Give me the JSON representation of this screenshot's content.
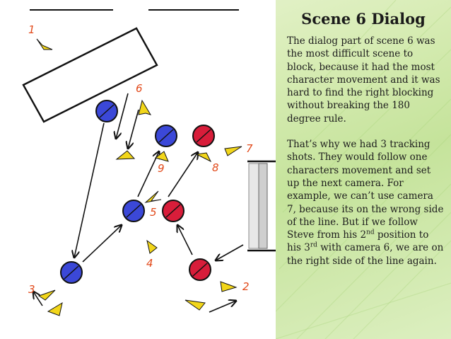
{
  "slide": {
    "title": "Scene 6 Dialog",
    "paragraph1": "The dialog part of scene 6 was the most difficult scene to block, because it had the most character movement and it was hard to find the right blocking without breaking the 180 degree rule.",
    "p2_a": "That’s why we had 3 tracking shots. They would follow one characters movement and set up the next camera. For example, we can’t use camera 7, because its on the wrong side of the line. But if we follow Steve from his 2",
    "p2_sup1": "nd",
    "p2_b": " position to his 3",
    "p2_sup2": "rd",
    "p2_c": " with camera 6, we are on the right side of the line again."
  },
  "diagram": {
    "camera_labels": [
      "1",
      "2",
      "3",
      "4",
      "5",
      "6",
      "7",
      "8",
      "9"
    ],
    "colors": {
      "blue_actor": "#3b48d8",
      "red_actor": "#d81d3a",
      "camera_marker": "#f2d61a",
      "label": "#e24a1b",
      "ink": "#111111",
      "background_green": "#c8e3a0"
    }
  }
}
